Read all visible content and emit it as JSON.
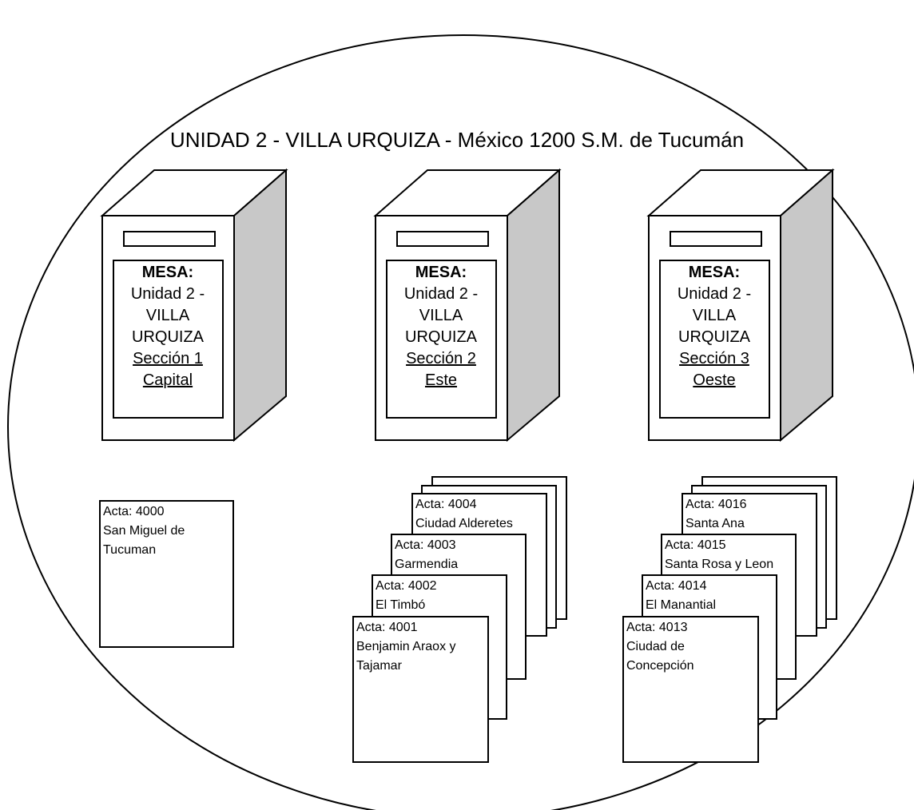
{
  "title": "UNIDAD 2 - VILLA URQUIZA - México 1200 S.M. de Tucumán",
  "mesas": [
    {
      "head": "MESA:",
      "line1": "Unidad 2 -",
      "line2": "VILLA",
      "line3": "URQUIZA",
      "seccion": "Sección 1",
      "zona": "Capital"
    },
    {
      "head": "MESA:",
      "line1": "Unidad 2 -",
      "line2": "VILLA",
      "line3": "URQUIZA",
      "seccion": "Sección 2",
      "zona": "Este"
    },
    {
      "head": "MESA:",
      "line1": "Unidad 2 -",
      "line2": "VILLA",
      "line3": "URQUIZA",
      "seccion": "Sección 3",
      "zona": "Oeste"
    }
  ],
  "actas": {
    "seccion1": [
      {
        "acta": "Acta: 4000",
        "lugar1": "San Miguel de",
        "lugar2": "Tucuman"
      }
    ],
    "seccion2": [
      {
        "acta": "Acta: 4001",
        "lugar1": "Benjamin Araox y",
        "lugar2": "Tajamar"
      },
      {
        "acta": "Acta: 4002",
        "lugar1": "El Timbó",
        "lugar2": ""
      },
      {
        "acta": "Acta: 4003",
        "lugar1": "Garmendia",
        "lugar2": ""
      },
      {
        "acta": "Acta: 4004",
        "lugar1": "Ciudad Alderetes",
        "lugar2": ""
      }
    ],
    "seccion3": [
      {
        "acta": "Acta: 4013",
        "lugar1": "Ciudad de",
        "lugar2": "Concepción"
      },
      {
        "acta": "Acta: 4014",
        "lugar1": "El Manantial",
        "lugar2": ""
      },
      {
        "acta": "Acta: 4015",
        "lugar1": "Santa Rosa y Leon",
        "lugar2": ""
      },
      {
        "acta": "Acta: 4016",
        "lugar1": "Santa Ana",
        "lugar2": ""
      }
    ]
  }
}
